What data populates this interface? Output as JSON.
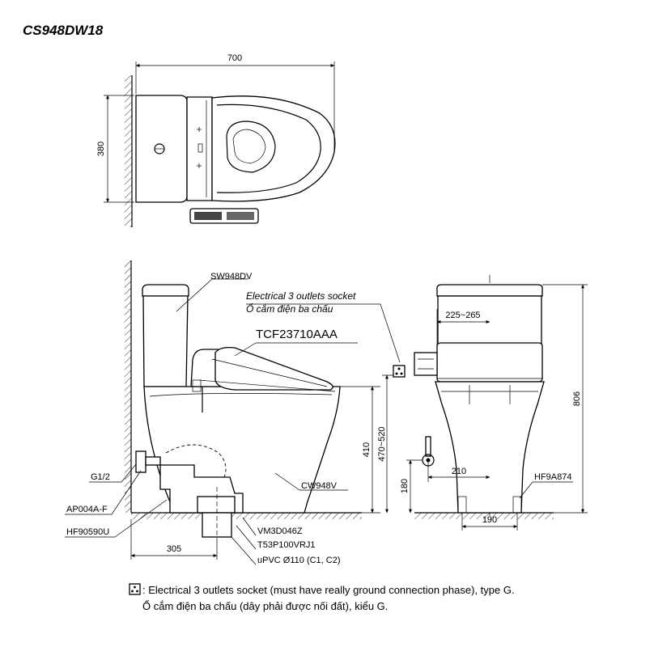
{
  "title": "CS948DW18",
  "top_view": {
    "width_dim": "700",
    "depth_dim": "380"
  },
  "side_view": {
    "label_seat_model": "SW948DV",
    "label_socket_en": "Electrical 3 outlets socket",
    "label_socket_vi": "Ổ cắm điện ba chấu",
    "label_seat_unit": "TCF23710AAA",
    "label_bowl": "CW948V",
    "label_valve": "G1/2",
    "label_angle_valve": "AP004A-F",
    "label_hose": "HF90590U",
    "label_flange": "VM3D046Z",
    "label_adapter": "T53P100VRJ1",
    "label_pipe": "uPVC Ø110 (C1, C2)",
    "dim_rough_in": "305",
    "dim_height": "410",
    "dim_socket_height": "470~520"
  },
  "front_view": {
    "dim_socket_offset": "225~265",
    "dim_valve_offset": "210",
    "dim_valve_height": "180",
    "dim_total_height": "806",
    "dim_bolts": "190",
    "label_fixing": "HF9A874"
  },
  "footnote": {
    "line1": ": Electrical 3 outlets socket (must have really ground connection phase), type G.",
    "line2": "Ổ cắm điện ba chấu (dây phải được nối đất), kiểu G."
  }
}
